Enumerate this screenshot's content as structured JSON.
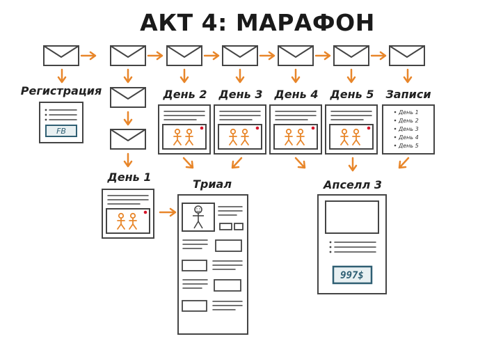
{
  "title": "АКТ 4: МАРАФОН",
  "labels": {
    "registration": "Регистрация",
    "day1": "День 1",
    "day2": "День 2",
    "day3": "День 3",
    "day4": "День 4",
    "day5": "День 5",
    "records": "Записи",
    "trial": "Триал",
    "upsell": "Апселл 3"
  },
  "registration_button": "FB",
  "records_list": [
    "День 1",
    "День 2",
    "День 3",
    "День 4",
    "День 5"
  ],
  "upsell_price": "997$",
  "colors": {
    "arrow": "#e8862a",
    "figure": "#e8862a",
    "button_border": "#2f5f73",
    "button_fill": "#e8f0f2",
    "red_dot": "#d6152a"
  },
  "icons": [
    "envelope-icon",
    "arrow-icon",
    "person-icon"
  ]
}
